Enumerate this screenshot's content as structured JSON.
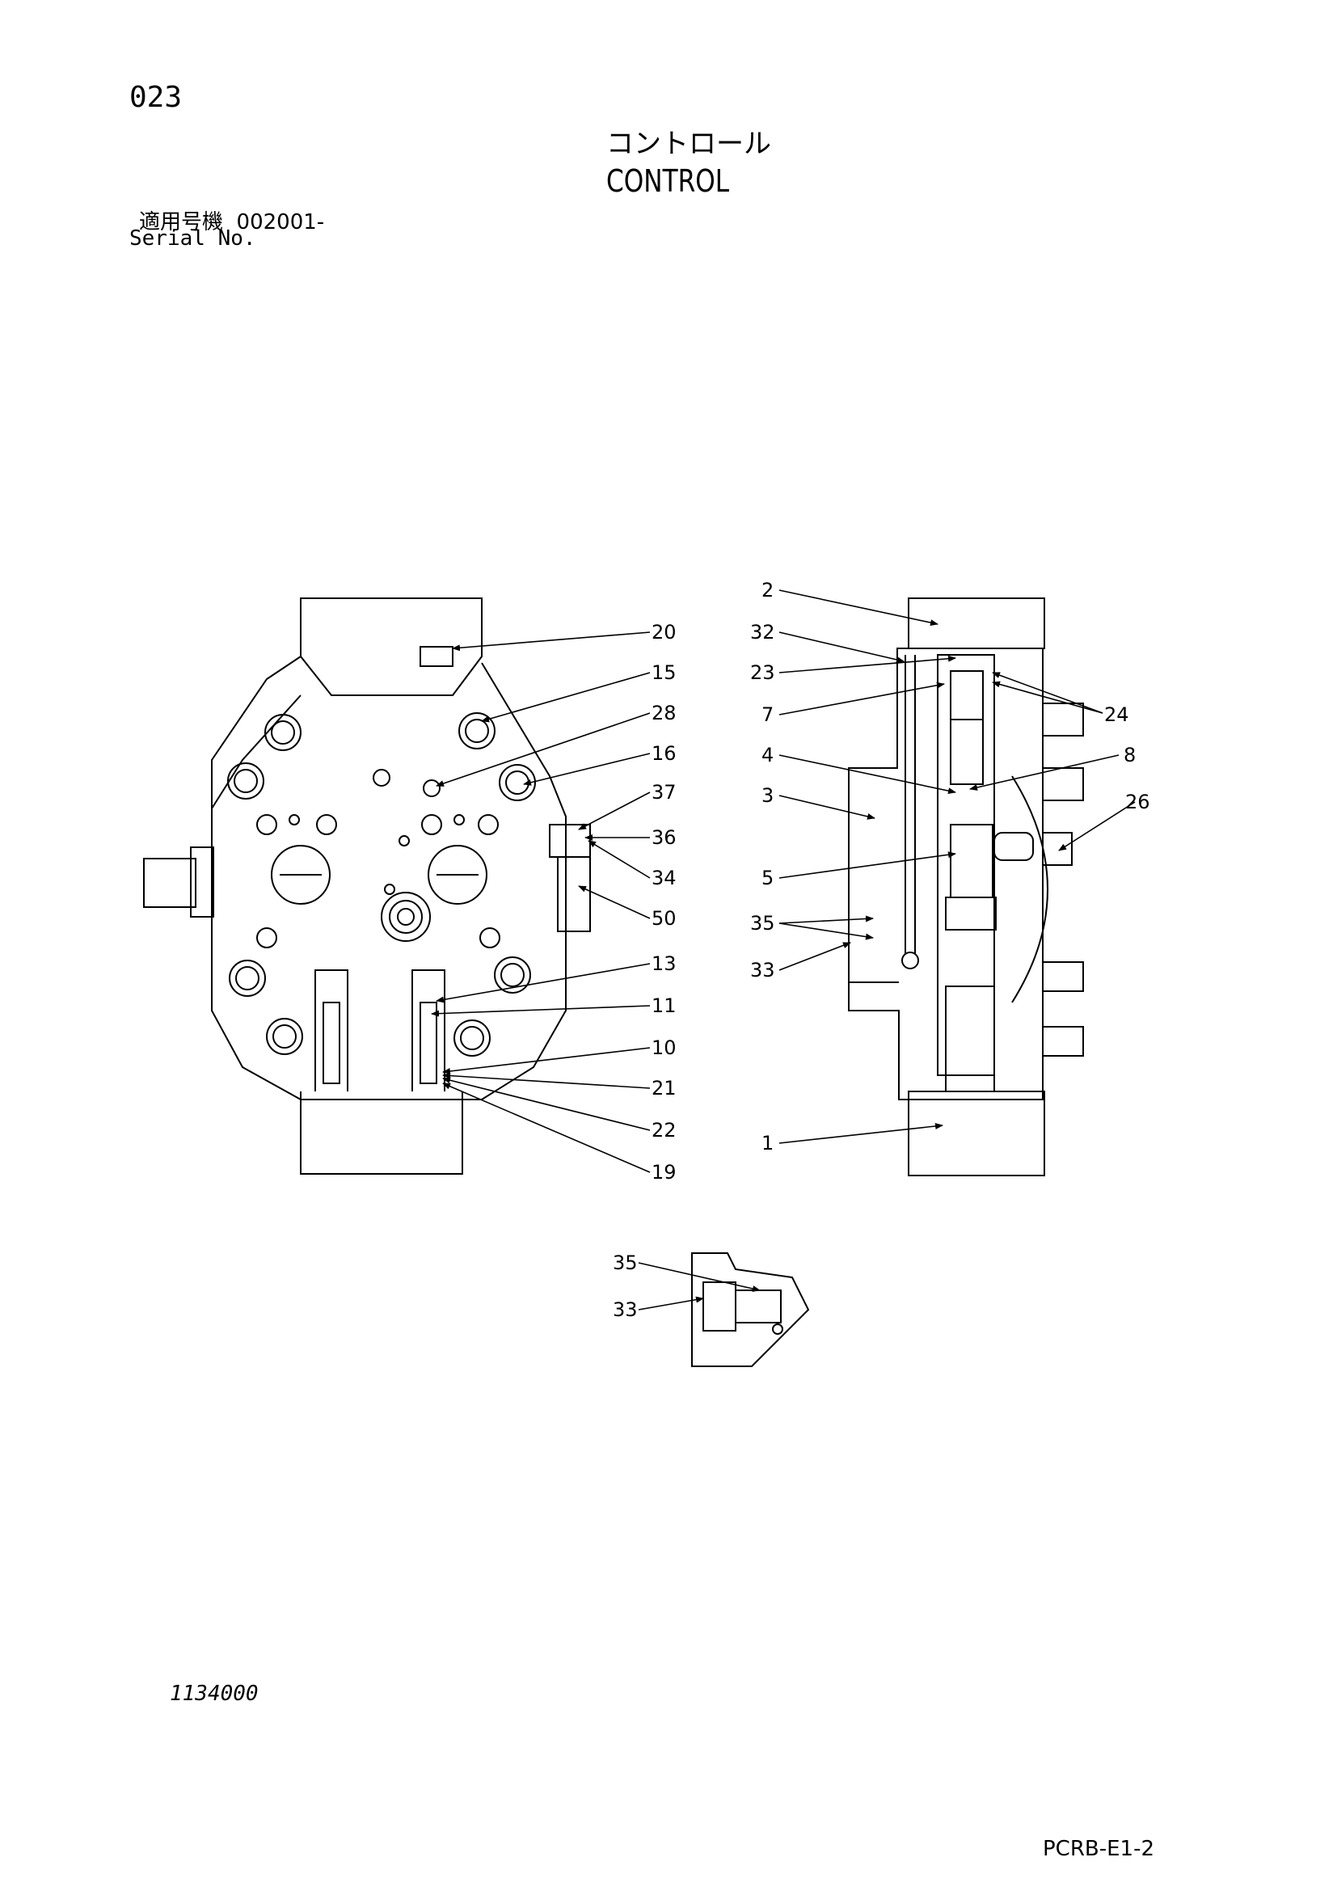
{
  "header": {
    "page_number": "023",
    "title_jp": "コントロール",
    "title_en": "CONTROL",
    "serial_label_jp": "適用号機",
    "serial_value": "002001-",
    "serial_label_en": "Serial No."
  },
  "footer": {
    "drawing_number": "1134000",
    "doc_code": "PCRB-E1-2"
  },
  "callouts": {
    "c20": "20",
    "c15": "15",
    "c28": "28",
    "c16": "16",
    "c37": "37",
    "c36": "36",
    "c34": "34",
    "c50": "50",
    "c13": "13",
    "c11": "11",
    "c10": "10",
    "c21": "21",
    "c22": "22",
    "c19": "19",
    "c2": "2",
    "c32": "32",
    "c23": "23",
    "c7": "7",
    "c24": "24",
    "c4": "4",
    "c8": "8",
    "c3": "3",
    "c26": "26",
    "c5": "5",
    "c35": "35",
    "c33": "33",
    "c1": "1",
    "d35": "35",
    "d33": "33"
  }
}
